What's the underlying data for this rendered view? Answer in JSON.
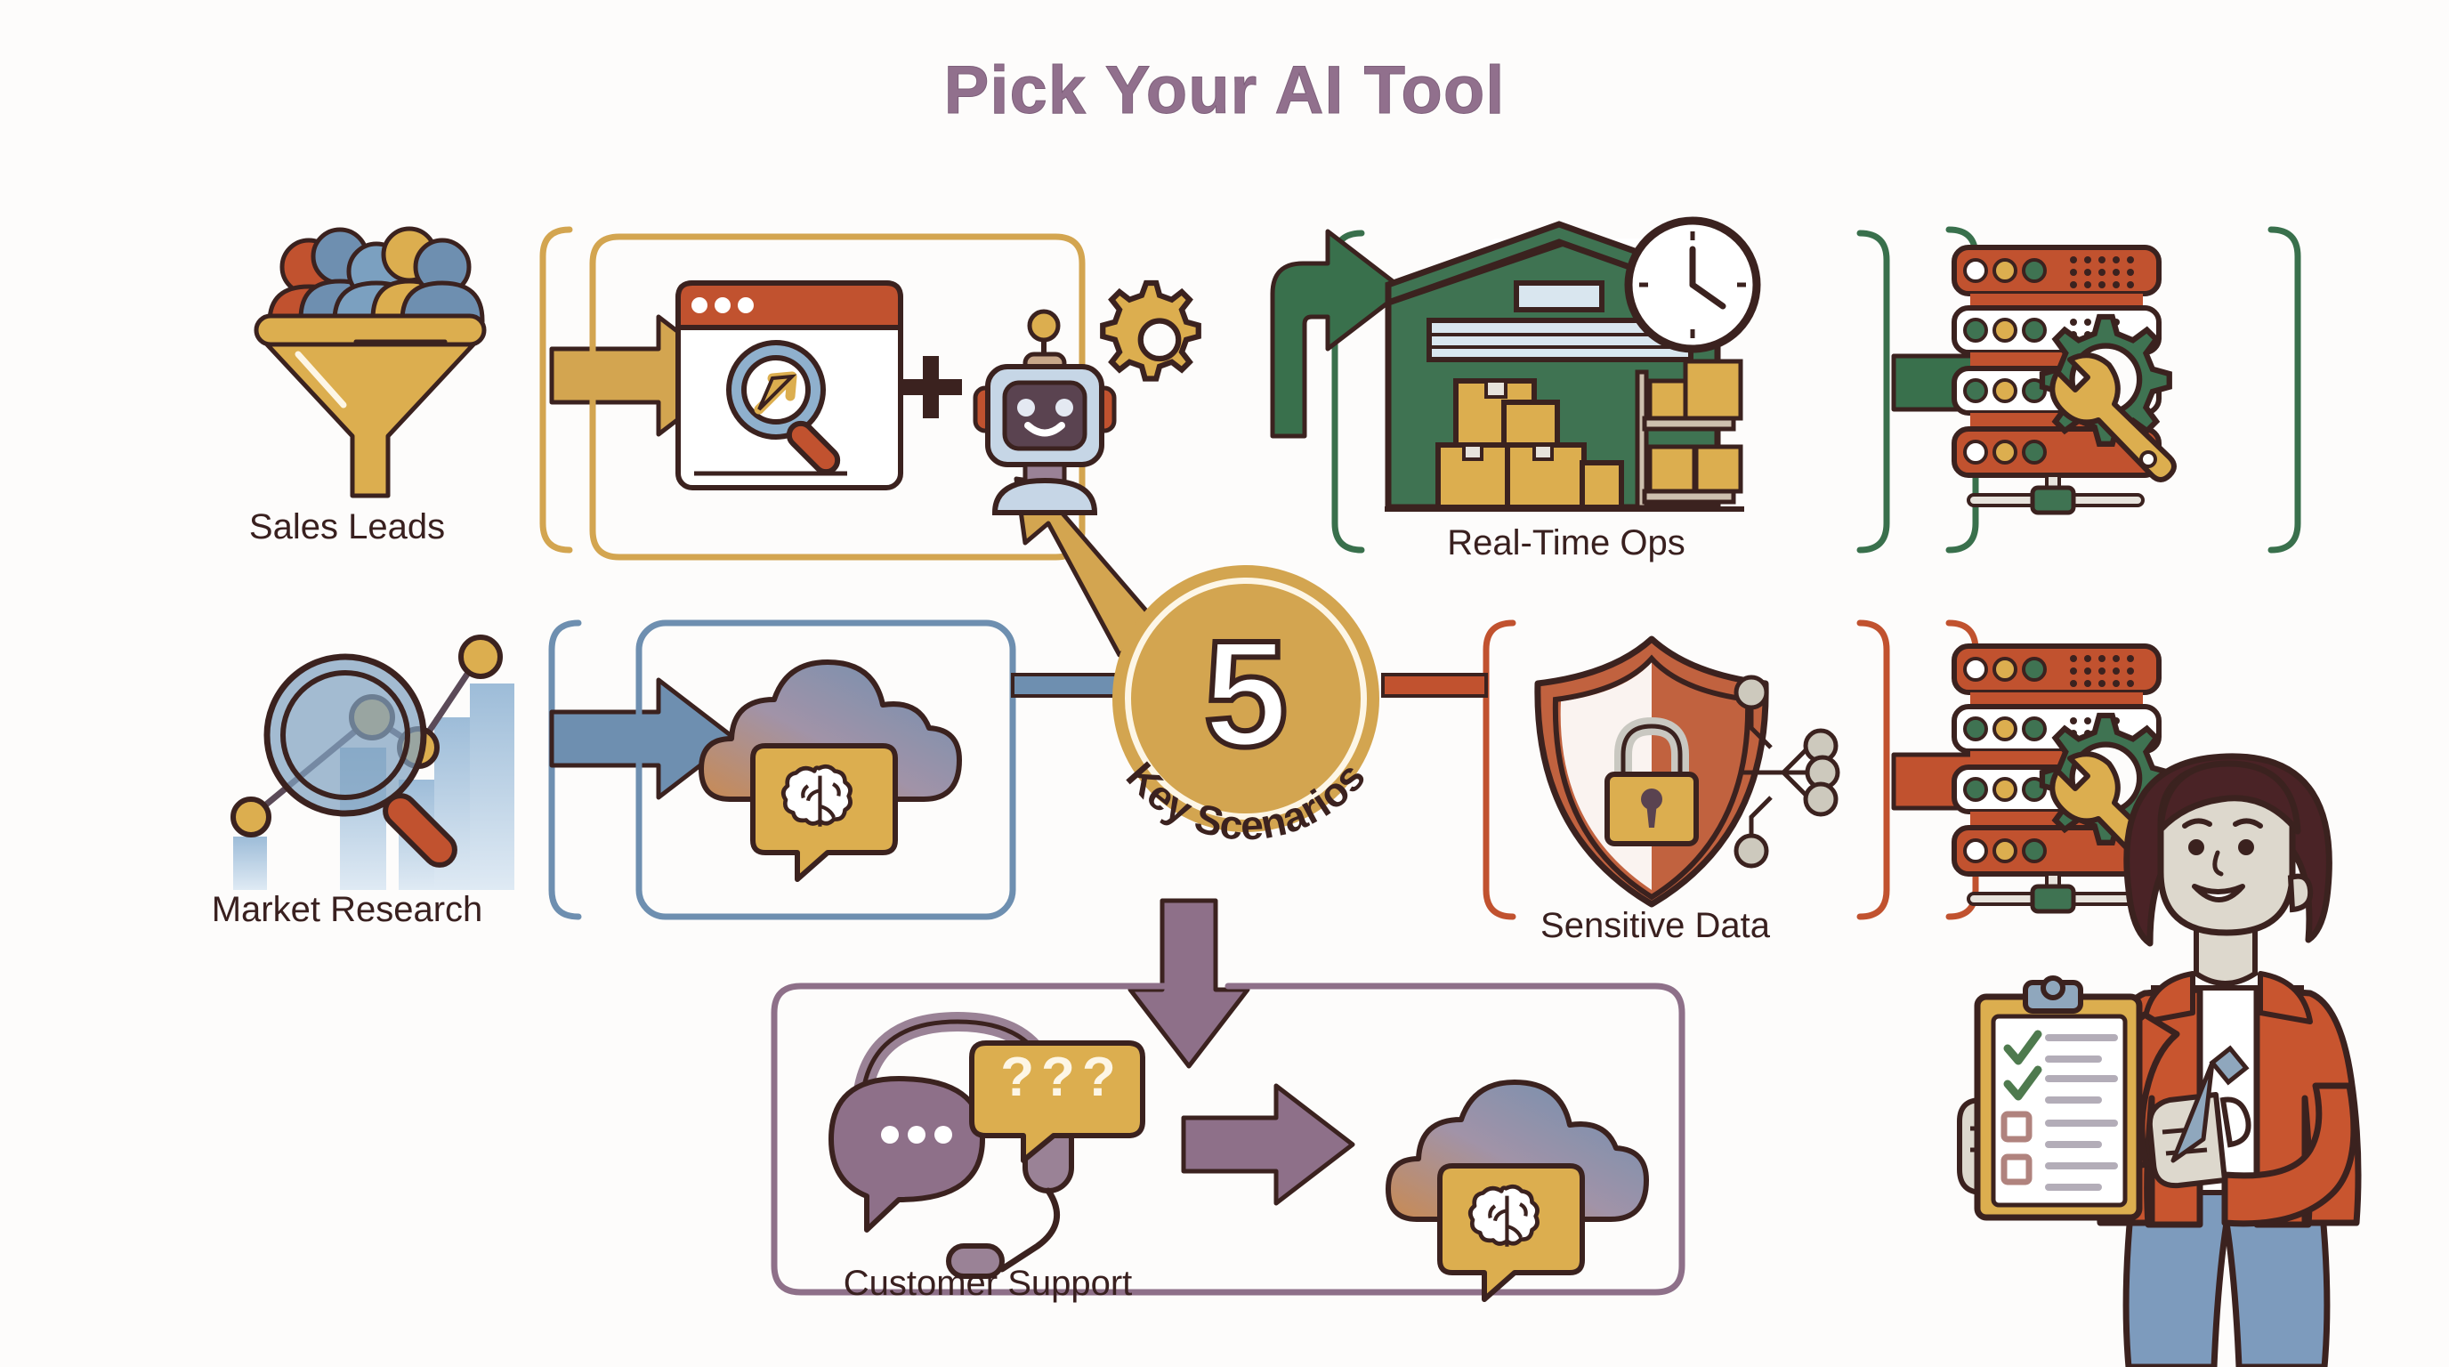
{
  "page": {
    "title": "Pick Your AI Tool",
    "background_color": "#fdfcfb",
    "title_color": "#91708d"
  },
  "center_badge": {
    "number": "5",
    "arc_text": "Key Scenarios",
    "fill_color": "#d3a550",
    "number_color": "#ffffff",
    "text_color": "#3b221f"
  },
  "palette": {
    "gold": "#d3a550",
    "blue": "#6e8fb0",
    "green": "#39704c",
    "red": "#c1522f",
    "purple": "#8e7089",
    "ink": "#3b221f"
  },
  "scenarios": [
    {
      "id": "sales-leads",
      "label": "Sales Leads",
      "accent": "#d3a550",
      "source_icon": "funnel-people-icon",
      "tool_icon": "browser-search-robot-icon",
      "tool_plus": "+"
    },
    {
      "id": "market-research",
      "label": "Market Research",
      "accent": "#6e8fb0",
      "source_icon": "magnifier-chart-icon",
      "tool_icon": "cloud-brain-icon"
    },
    {
      "id": "real-time-ops",
      "label": "Real-Time Ops",
      "accent": "#39704c",
      "source_icon": "warehouse-clock-icon",
      "tool_icon": "server-gear-wrench-icon"
    },
    {
      "id": "sensitive-data",
      "label": "Sensitive Data",
      "accent": "#c1522f",
      "source_icon": "shield-lock-icon",
      "tool_icon": "server-gear-wrench-icon"
    },
    {
      "id": "customer-support",
      "label": "Customer Support",
      "accent": "#8e7089",
      "source_icon": "headset-question-icon",
      "tool_icon": "cloud-brain-icon",
      "question_marks": "???"
    }
  ],
  "persona": {
    "name": "businesswoman-with-checklist",
    "jacket_color": "#c8552f",
    "jeans_color": "#6e8fb0",
    "hair_color": "#4a2326",
    "clipboard_color": "#d3a550",
    "checks": 2,
    "unchecked_boxes": 2
  }
}
